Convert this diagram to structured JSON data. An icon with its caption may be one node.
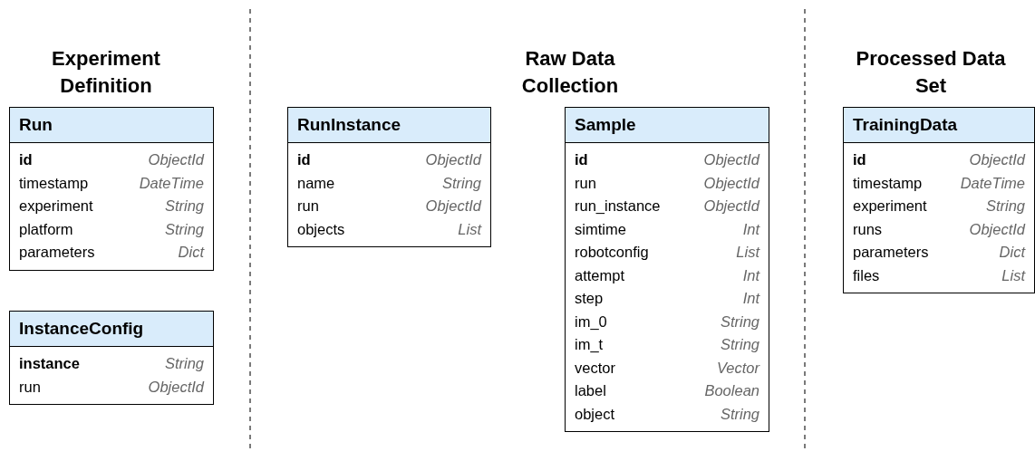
{
  "diagram": {
    "nodes": [
      {
        "text": [
          "Run",
          "id",
          "ObjectId",
          "timestamp",
          "DateTime",
          "experiment",
          "String",
          "platform",
          "String",
          "parameters",
          "Dict"
        ]
      },
      {
        "text": [
          "InstanceConfig",
          "instance",
          "String",
          "run",
          "ObjectId"
        ]
      },
      {
        "text": [
          "RunInstance",
          "id",
          "ObjectId",
          "name",
          "String",
          "run",
          "ObjectId",
          "objects",
          "List"
        ]
      },
      {
        "text": [
          "Sample",
          "id",
          "ObjectId",
          "run",
          "ObjectId",
          "run_instance",
          "ObjectId",
          "simtime",
          "Int",
          "robotconfig",
          "List",
          "attempt",
          "Int",
          "step",
          "Int",
          "im_0",
          "String",
          "im_t",
          "String",
          "vector",
          "Vector",
          "label",
          "Boolean",
          "object",
          "String"
        ]
      },
      {
        "text": [
          "TrainingData",
          "id",
          "ObjectId",
          "timestamp",
          "DateTime",
          "experiment",
          "String",
          "runs",
          "ObjectId",
          "parameters",
          "Dict",
          "files",
          "List"
        ]
      }
    ],
    "edges": [],
    "labels": [
      "Experiment Definition",
      "Raw Data Collection",
      "Processed Data Set"
    ]
  }
}
